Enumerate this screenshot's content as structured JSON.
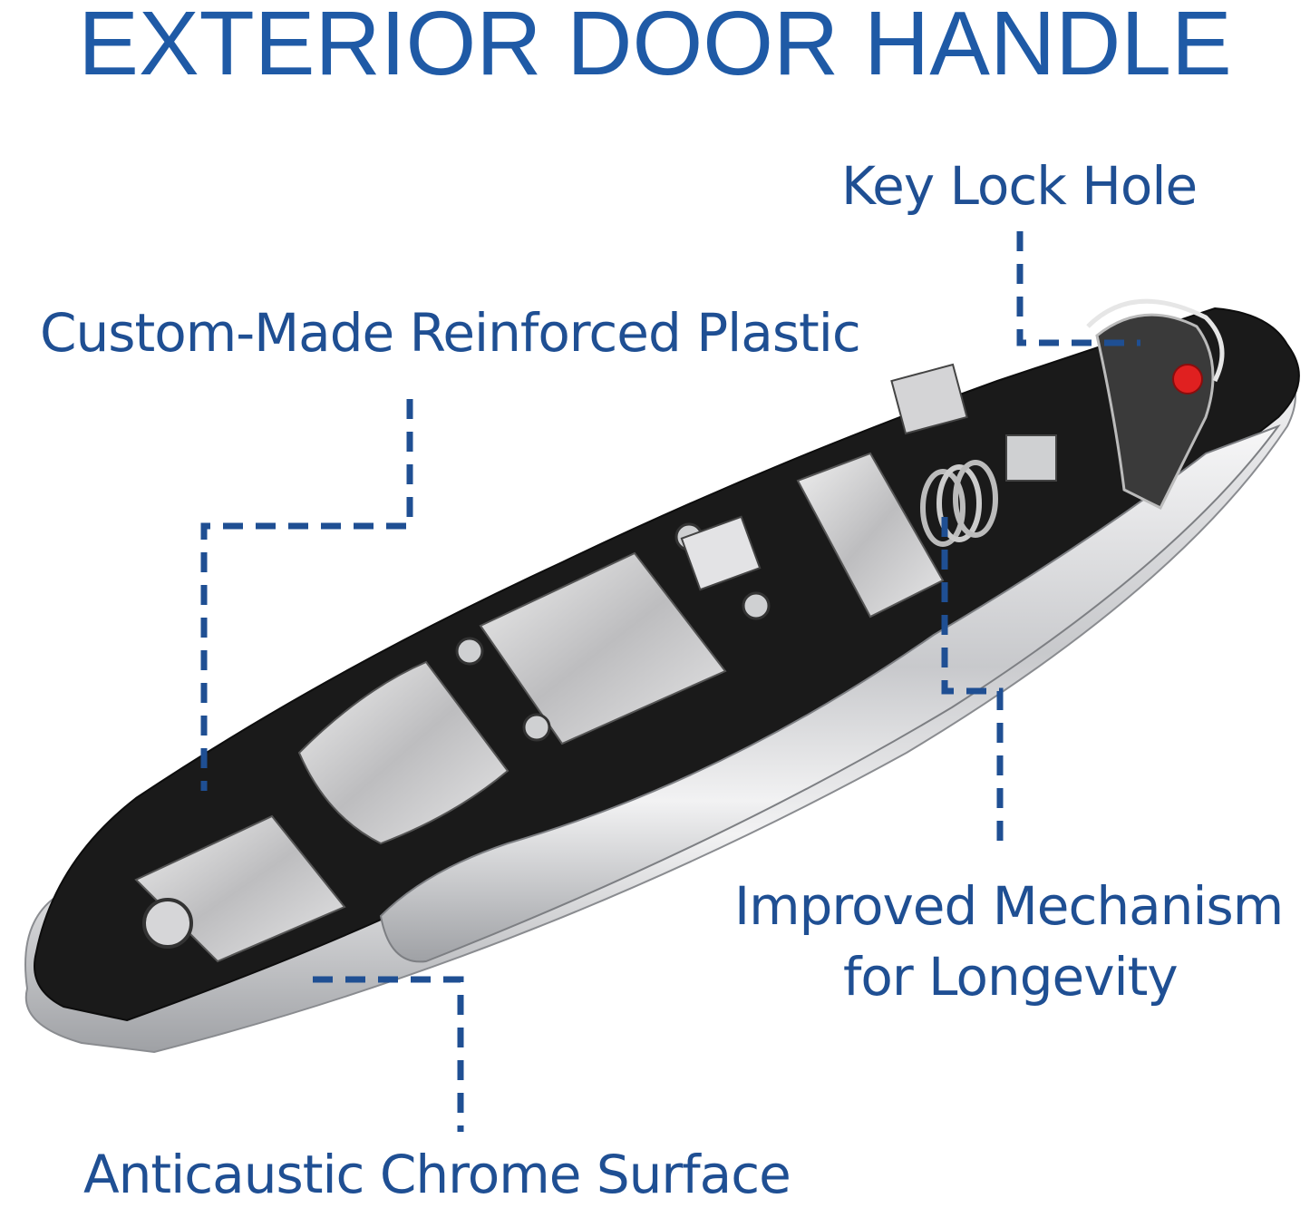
{
  "title": "EXTERIOR DOOR HANDLE",
  "callouts": {
    "key_lock_hole": "Key Lock Hole",
    "plastic": "Custom-Made Reinforced Plastic",
    "mechanism_line1": "Improved Mechanism",
    "mechanism_line2": "for Longevity",
    "chrome": "Anticaustic Chrome Surface"
  },
  "colors": {
    "text": "#1f5aa6",
    "leader_lines": "#1f4f93",
    "chrome": "#d9dadc",
    "plastic": "#1a1a1a",
    "lock_accent": "#e02020"
  }
}
